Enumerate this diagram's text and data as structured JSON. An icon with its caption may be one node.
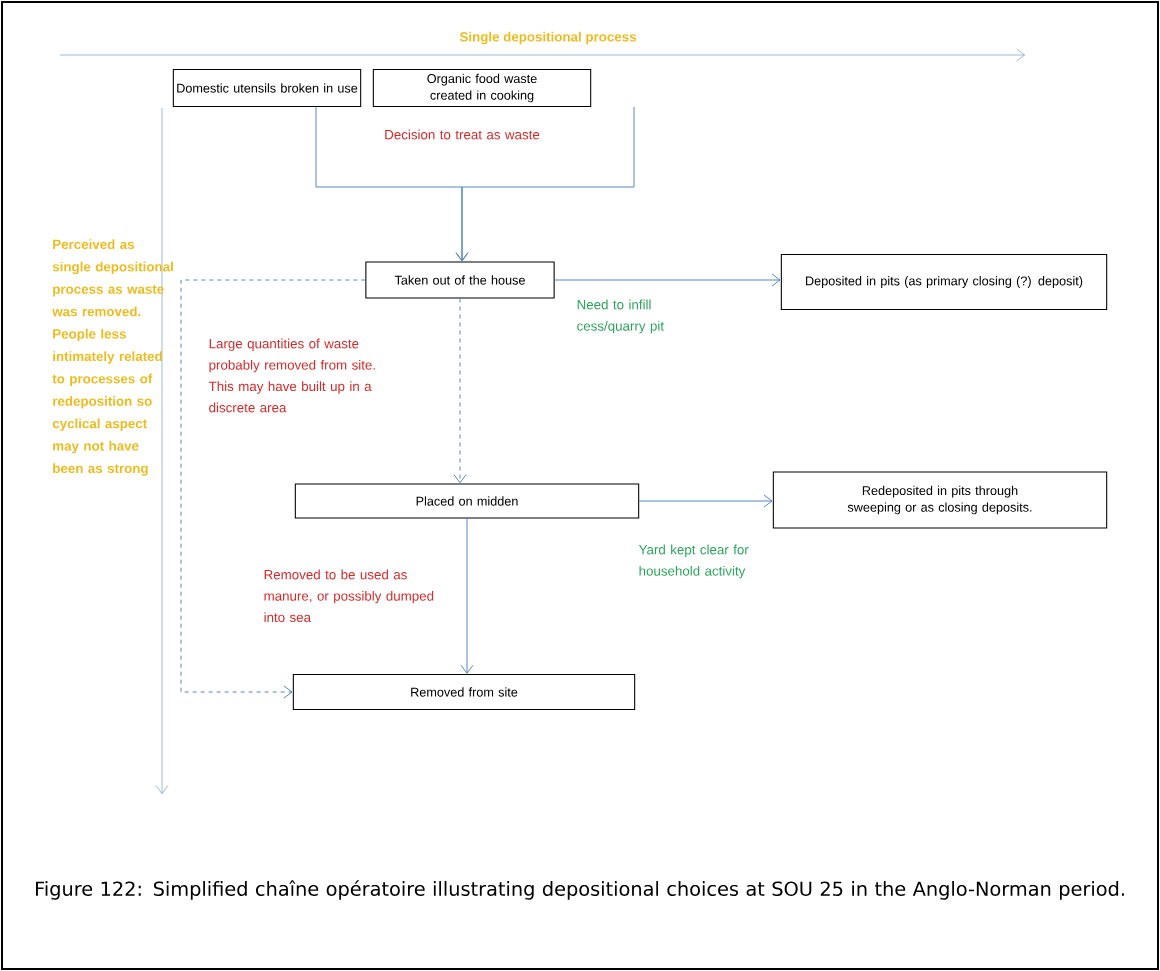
{
  "diagram": {
    "caption": "Figure 122: Simplified chaîne opératoire illustrating depositional choices at SOU 25 in the Anglo-Norman period.",
    "nodes": [
      {
        "text": [
          "Domestic utensils broken in use"
        ]
      },
      {
        "text": [
          "Organic food waste created in cooking"
        ]
      },
      {
        "text": [
          "Taken out of the house"
        ]
      },
      {
        "text": [
          "Deposited in pits (as primary closing (?) deposit)"
        ]
      },
      {
        "text": [
          "Placed on midden"
        ]
      },
      {
        "text": [
          "Redeposited in pits through sweeping or as closing deposits."
        ]
      },
      {
        "text": [
          "Removed from site"
        ]
      }
    ],
    "edges": [
      {
        "from": 0,
        "to": 2,
        "arrow": "to",
        "label": "Decision to treat as waste"
      },
      {
        "from": 1,
        "to": 2,
        "arrow": "to"
      },
      {
        "from": 2,
        "to": 3,
        "arrow": "to",
        "label": "Need to infill cess/quarry pit"
      },
      {
        "from": 2,
        "to": 4,
        "arrow": "to",
        "style": "dashed"
      },
      {
        "from": 2,
        "to": 6,
        "arrow": "to",
        "style": "dashed",
        "label": "Large quantities of waste probably removed from site. This may have built up in a discrete area"
      },
      {
        "from": 4,
        "to": 5,
        "arrow": "to",
        "label": "Yard kept clear for household activity"
      },
      {
        "from": 4,
        "to": 6,
        "arrow": "to",
        "label": "Removed to be used as manure, or possibly dumped into sea"
      }
    ],
    "labels": [
      "Single depositional process",
      "Perceived as single depositional process as waste was removed. People less intimately related to processes of redeposition so cyclical aspect may not have been as strong"
    ]
  }
}
